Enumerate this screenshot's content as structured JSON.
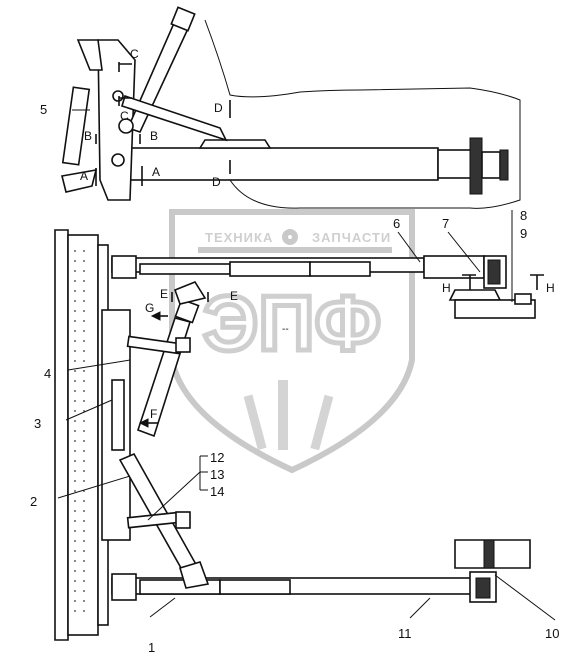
{
  "watermark": {
    "brand_text": "ТЕХНИКА",
    "brand_text_2": "ЗАПЧАСТИ",
    "logo_letters": "ЭПФ"
  },
  "callouts": {
    "c1": "1",
    "c2": "2",
    "c3": "3",
    "c4": "4",
    "c5": "5",
    "c6": "6",
    "c7": "7",
    "c8": "8",
    "c9": "9",
    "c10": "10",
    "c11": "11",
    "c12": "12",
    "c13": "13",
    "c14": "14"
  },
  "sections": {
    "A": "A",
    "B": "B",
    "C": "C",
    "D": "D",
    "E": "E",
    "F": "F",
    "G": "G",
    "H": "H"
  }
}
